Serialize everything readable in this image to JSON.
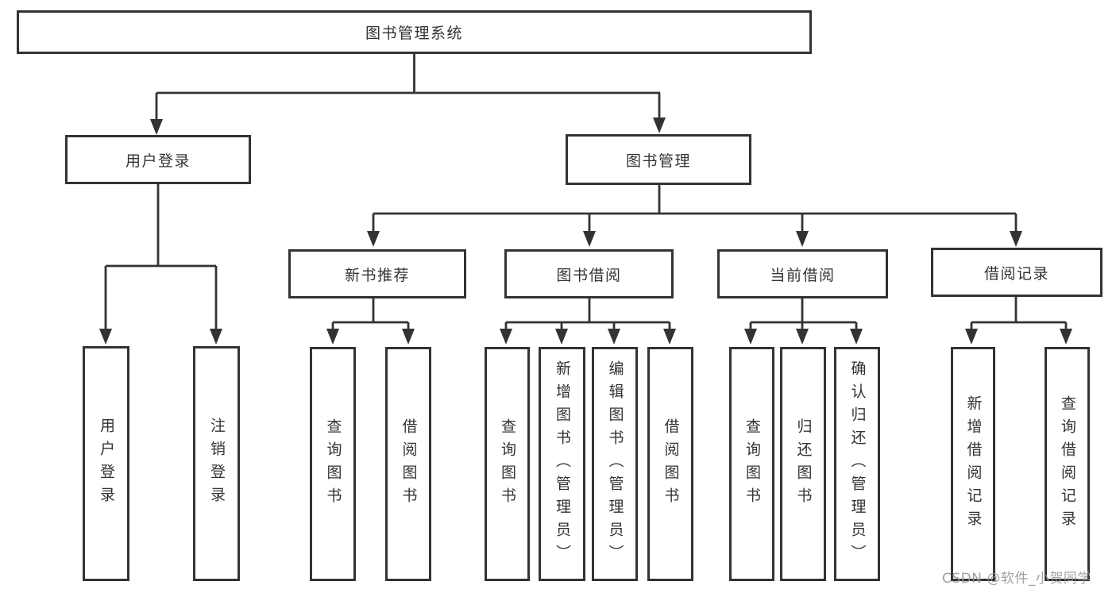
{
  "diagram": {
    "type": "hierarchy-tree",
    "root": {
      "label": "图书管理系统",
      "children": [
        {
          "label": "用户登录",
          "children": [
            {
              "label": "用户登录"
            },
            {
              "label": "注销登录"
            }
          ]
        },
        {
          "label": "图书管理",
          "children": [
            {
              "label": "新书推荐",
              "children": [
                {
                  "label": "查询图书"
                },
                {
                  "label": "借阅图书"
                }
              ]
            },
            {
              "label": "图书借阅",
              "children": [
                {
                  "label": "查询图书"
                },
                {
                  "label": "新增图书（管理员）"
                },
                {
                  "label": "编辑图书（管理员）"
                },
                {
                  "label": "借阅图书"
                }
              ]
            },
            {
              "label": "当前借阅",
              "children": [
                {
                  "label": "查询图书"
                },
                {
                  "label": "归还图书"
                },
                {
                  "label": "确认归还（管理员）"
                }
              ]
            },
            {
              "label": "借阅记录",
              "children": [
                {
                  "label": "新增借阅记录"
                },
                {
                  "label": "查询借阅记录"
                }
              ]
            }
          ]
        }
      ]
    }
  },
  "watermark": {
    "text": "CSDN @软件_小贺同学"
  },
  "colors": {
    "line": "#333333",
    "text": "#333333",
    "box_background": "#ffffff",
    "page_background": "#ffffff",
    "watermark": "#969696"
  }
}
